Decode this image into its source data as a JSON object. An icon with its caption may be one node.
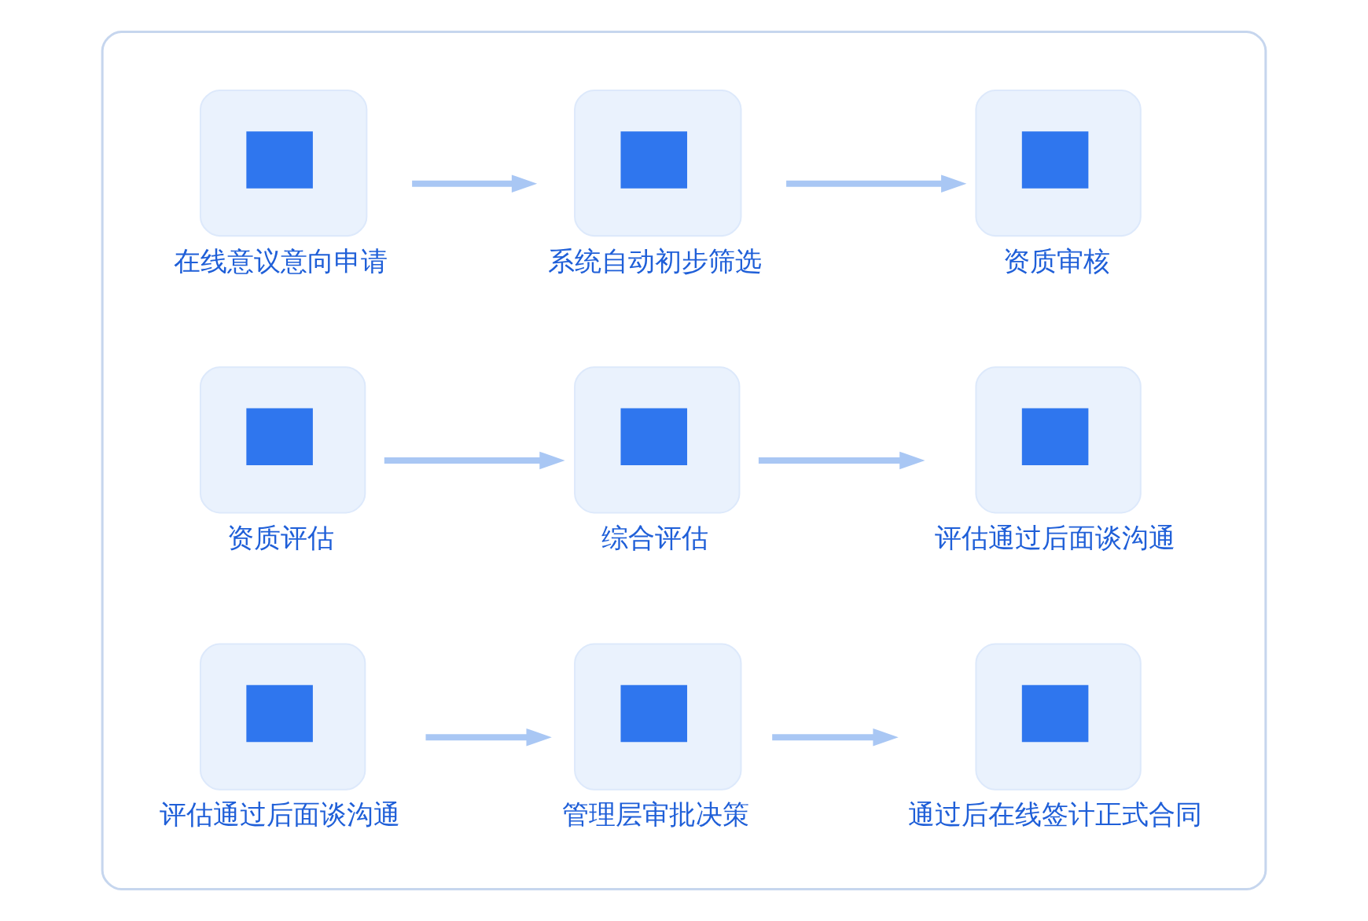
{
  "diagram": {
    "nodes": [
      {
        "text": [],
        "shape": "box"
      },
      {
        "text": [
          "在线意议意向申请"
        ],
        "in": 0
      },
      {
        "text": [
          "系统自动初步筛选"
        ],
        "in": 0
      },
      {
        "text": [
          "资质审核"
        ],
        "in": 0
      },
      {
        "text": [
          "资质评估"
        ],
        "in": 0
      },
      {
        "text": [
          "综合评估"
        ],
        "in": 0
      },
      {
        "text": [
          "评估通过后面谈沟通"
        ],
        "in": 0
      },
      {
        "text": [
          "评估通过后面谈沟通"
        ],
        "in": 0
      },
      {
        "text": [
          "管理层审批决策"
        ],
        "in": 0
      },
      {
        "text": [
          "通过后在线签计正式合同"
        ],
        "in": 0
      }
    ],
    "edges": [
      {
        "from": 1,
        "to": 2,
        "arrow": "to"
      },
      {
        "from": 2,
        "to": 3,
        "arrow": "to"
      },
      {
        "from": 4,
        "to": 5,
        "arrow": "to"
      },
      {
        "from": 5,
        "to": 6,
        "arrow": "to"
      },
      {
        "from": 7,
        "to": 8,
        "arrow": "to"
      },
      {
        "from": 8,
        "to": 9,
        "arrow": "to"
      }
    ]
  }
}
